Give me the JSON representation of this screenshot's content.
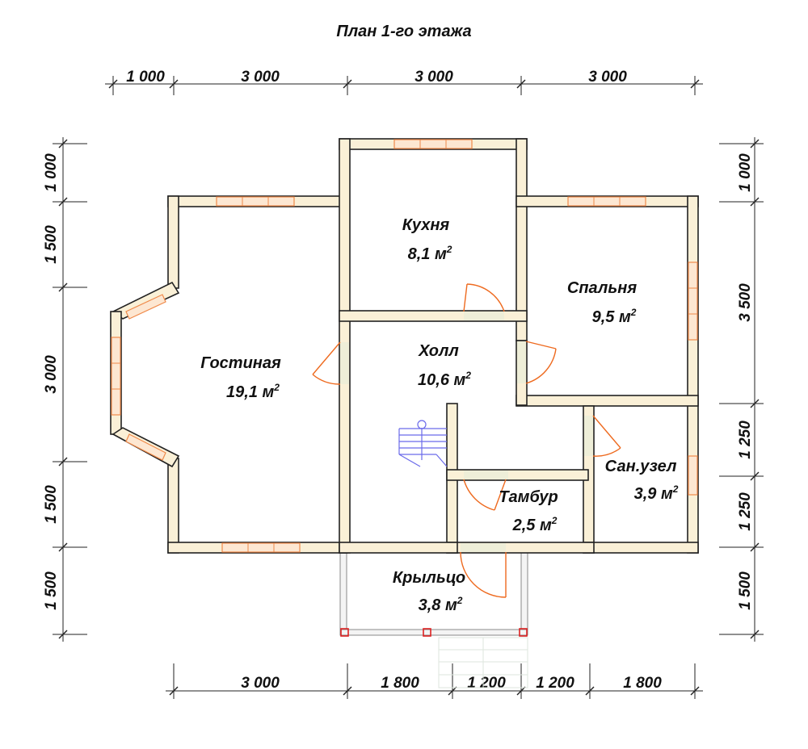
{
  "title": "План 1-го этажа",
  "dimensions": {
    "top": [
      "1 000",
      "3 000",
      "3 000",
      "3 000"
    ],
    "bottom": [
      "3 000",
      "1 800",
      "1 200",
      "1 200",
      "1 800"
    ],
    "left": [
      "1 000",
      "1 500",
      "3 000",
      "1 500",
      "1 500"
    ],
    "right": [
      "1 000",
      "3 500",
      "1 250",
      "1 250",
      "1 500"
    ]
  },
  "rooms": [
    {
      "name": "Кухня",
      "area": "8,1 м",
      "unit_sup": "2"
    },
    {
      "name": "Спальня",
      "area": "9,5 м",
      "unit_sup": "2"
    },
    {
      "name": "Гостиная",
      "area": "19,1 м",
      "unit_sup": "2"
    },
    {
      "name": "Холл",
      "area": "10,6 м",
      "unit_sup": "2"
    },
    {
      "name": "Сан.узел",
      "area": "3,9 м",
      "unit_sup": "2"
    },
    {
      "name": "Тамбур",
      "area": "2,5 м",
      "unit_sup": "2"
    },
    {
      "name": "Крыльцо",
      "area": "3,8 м",
      "unit_sup": "2"
    }
  ],
  "colors": {
    "wall_fill": "#faf0d7",
    "window": "#f08a4a",
    "door": "#ee6a1f",
    "stairs": "#6b6bea"
  }
}
